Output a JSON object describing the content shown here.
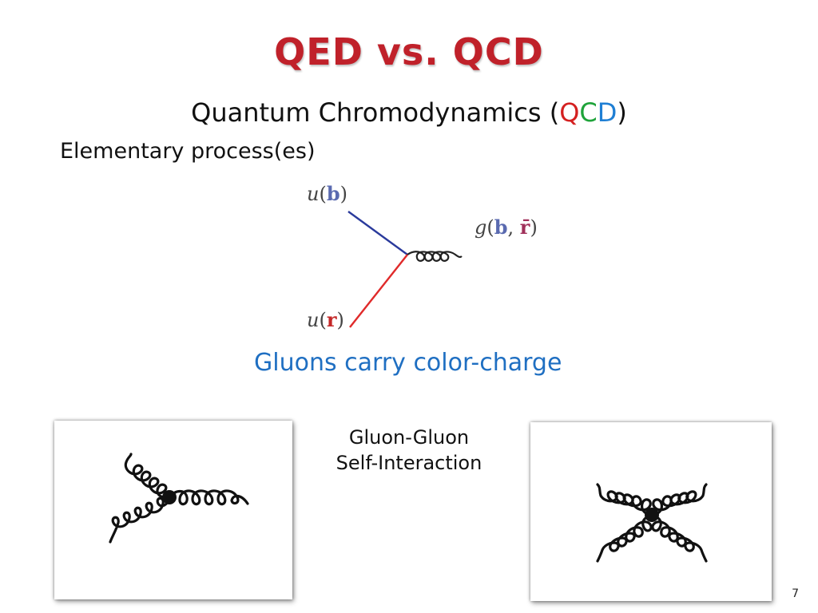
{
  "slide": {
    "title": "QED vs. QCD",
    "subtitle": {
      "text": "Quantum Chromodynamics (",
      "q1": "Q",
      "c": "C",
      "d": "D",
      "close": ")"
    },
    "section": "Elementary process(es)",
    "tagline": "Gluons carry color-charge",
    "gluon_label": {
      "line1": "Gluon-Gluon",
      "line2": "Self-Interaction"
    },
    "page_number": "7"
  },
  "diagram": {
    "quark_top": {
      "sym": "u",
      "open": "(",
      "color": "b",
      "close": ")"
    },
    "quark_bottom": {
      "sym": "u",
      "open": "(",
      "color": "r",
      "close": ")"
    },
    "gluon": {
      "sym": "g",
      "open": "(",
      "color1": "b",
      "sep": ", ",
      "color2": "r̄",
      "close": ")"
    }
  },
  "colors": {
    "title": "#c0212a",
    "tagline": "#1f6fc2",
    "Q": "#d42020",
    "C": "#1fa33a",
    "D": "#1f7fd4",
    "blue_line": "#2a3a9c",
    "red_line": "#e02a2a",
    "blue_label": "#5a6ab0",
    "red_label": "#c42828",
    "anti_red_label": "#a0305a"
  }
}
